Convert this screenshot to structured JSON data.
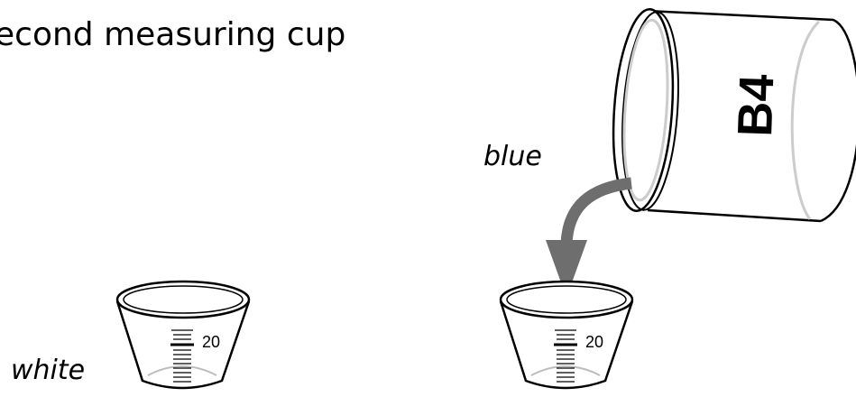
{
  "title": "econd measuring cup",
  "labels": {
    "white": "white",
    "blue": "blue"
  },
  "can": {
    "label": "B4"
  },
  "cups": [
    {
      "name": "left-cup",
      "mark": "20"
    },
    {
      "name": "right-cup",
      "mark": "20"
    }
  ],
  "colors": {
    "arrow": "#6e6e6e",
    "can_inner": "#cccccc",
    "cup_water": "#bdbdbd",
    "line": "#000000"
  },
  "icons": {
    "arrow": "pour-arrow-icon",
    "can": "paint-can-icon",
    "cup": "measuring-cup-icon"
  }
}
